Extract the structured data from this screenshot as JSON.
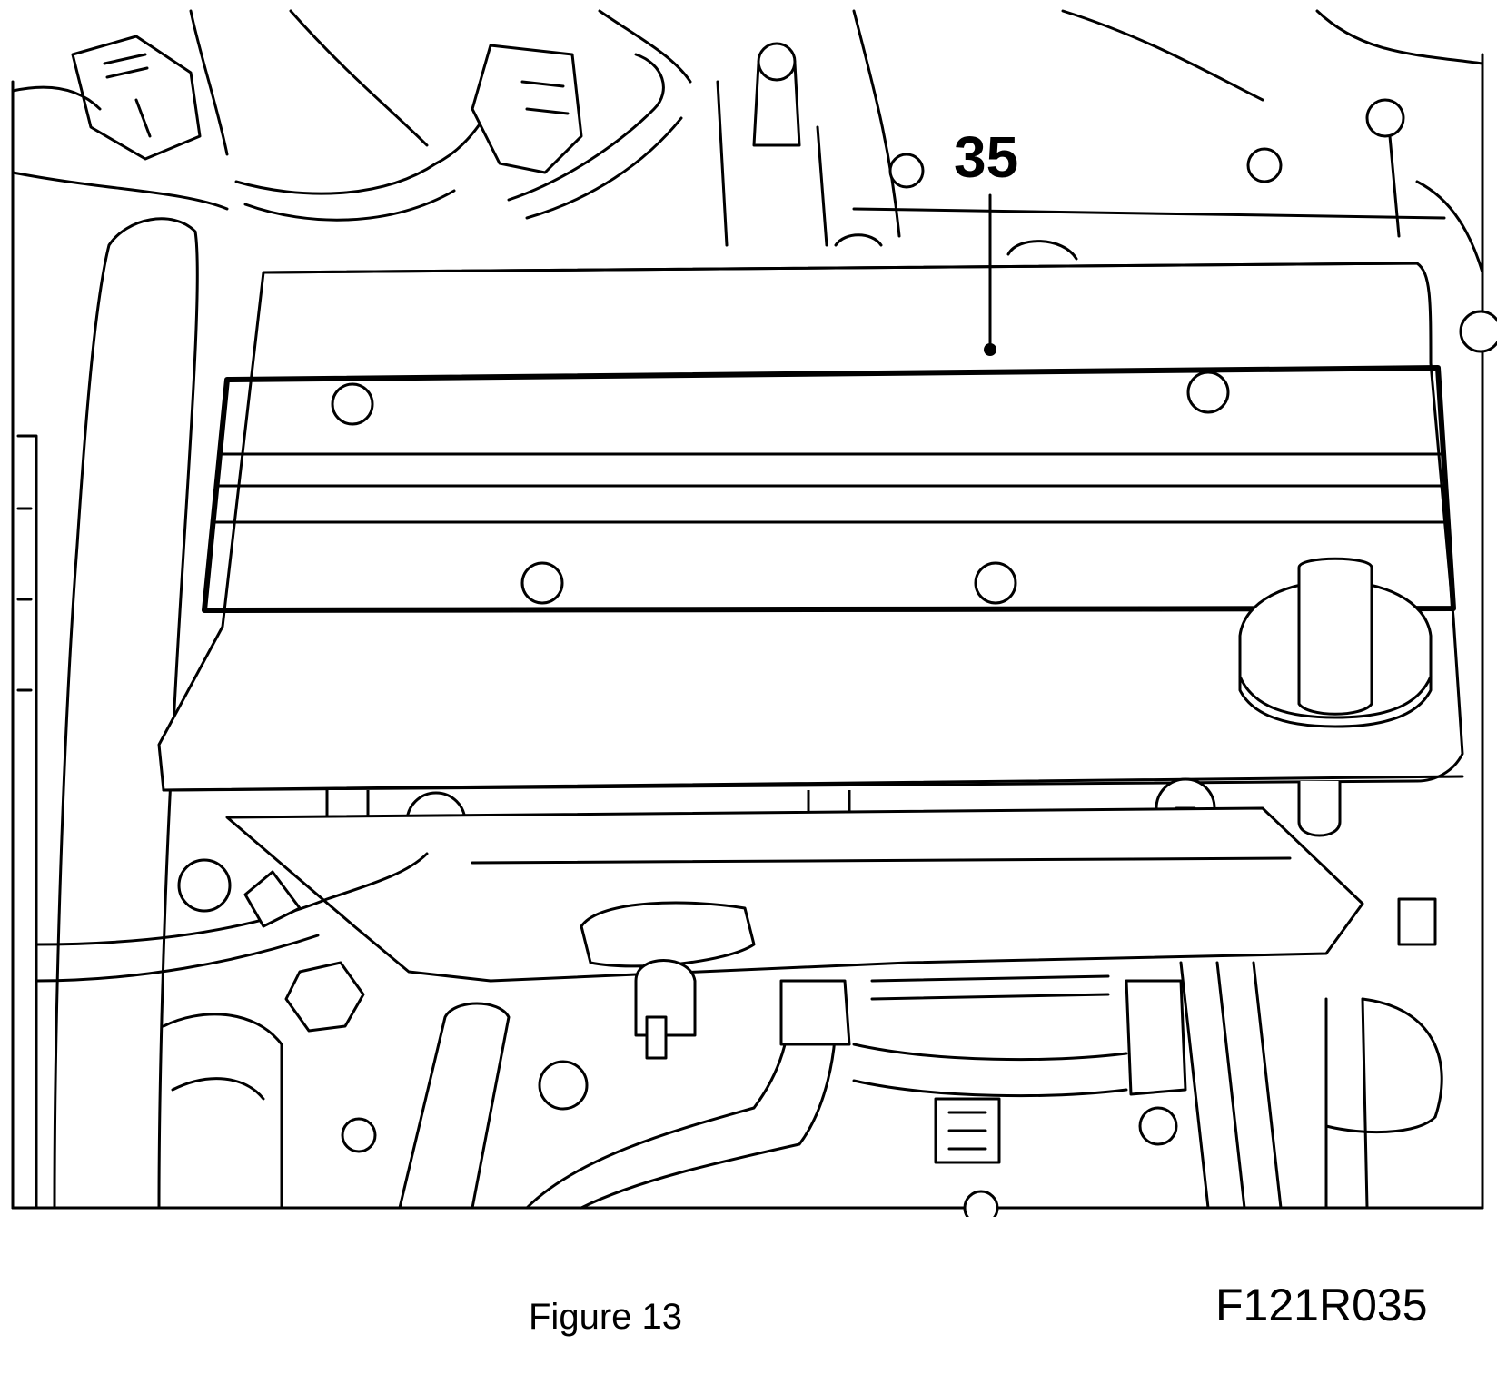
{
  "diagram": {
    "callouts": [
      {
        "id": "cover",
        "label": "35"
      }
    ],
    "caption": "Figure 13",
    "figure_code": "F121R035"
  }
}
